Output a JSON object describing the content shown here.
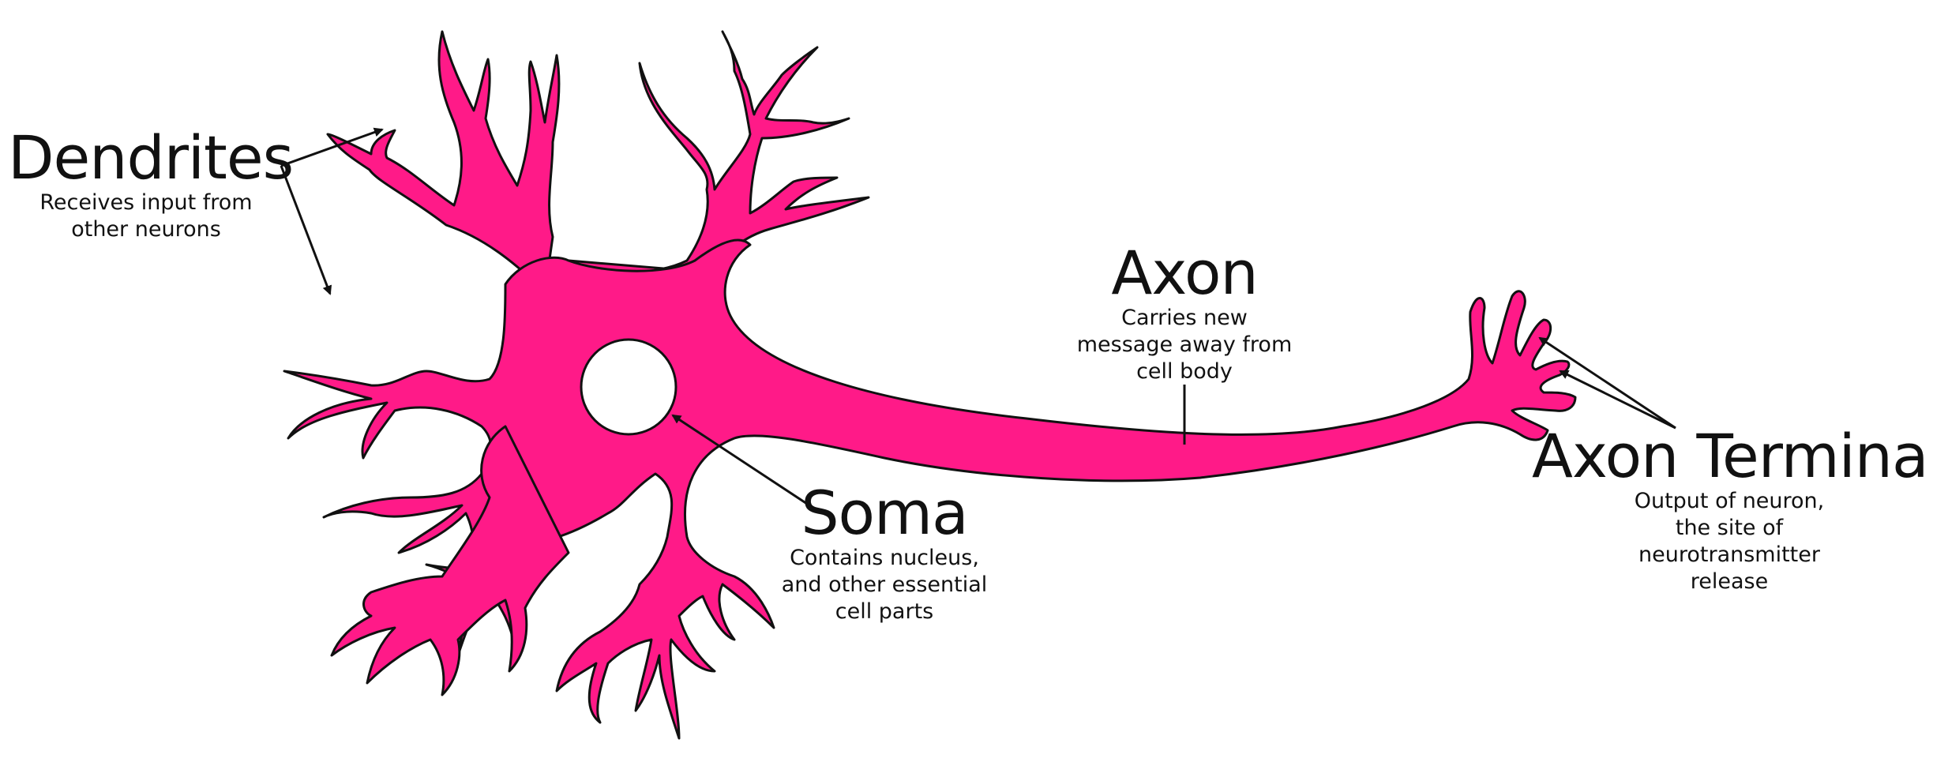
{
  "colors": {
    "neuron_fill": "#ff1a88",
    "outline": "#111111",
    "nucleus_fill": "#ffffff",
    "text": "#111111"
  },
  "labels": {
    "dendrites": {
      "title": "Dendrites",
      "description": [
        "Receives input from",
        "other neurons"
      ]
    },
    "axon": {
      "title": "Axon",
      "description": [
        "Carries new",
        "message away from",
        "cell body"
      ]
    },
    "soma": {
      "title": "Soma",
      "description": [
        "Contains nucleus,",
        "and other essential",
        "cell parts"
      ]
    },
    "axon_terminal": {
      "title": "Axon Terminal",
      "description": [
        "Output of neuron,",
        "the site of",
        "neurotransmitter",
        "release"
      ]
    }
  }
}
